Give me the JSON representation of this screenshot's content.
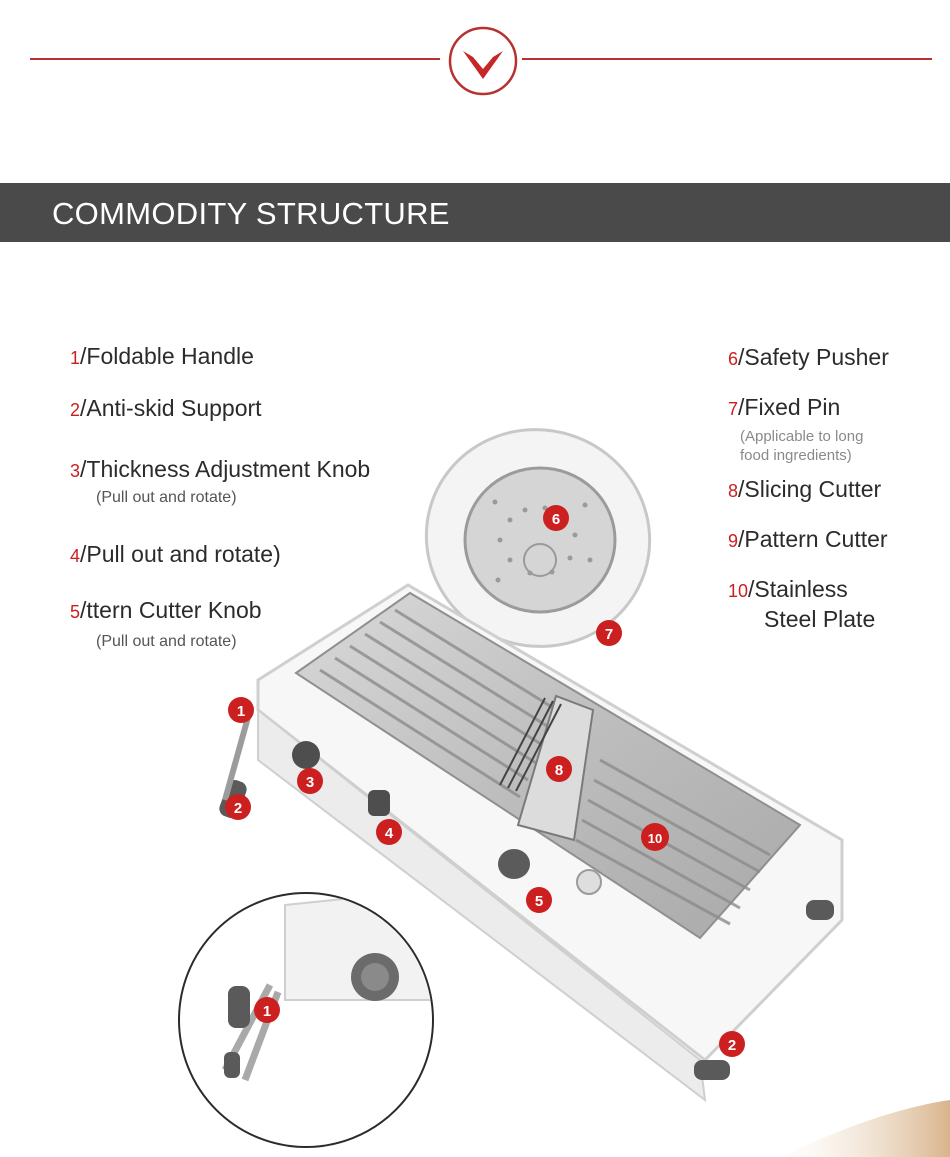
{
  "banner": {
    "title": "COMMODITY STRUCTURE"
  },
  "parts_left": [
    {
      "num": "1",
      "label": "/Foldable Handle"
    },
    {
      "num": "2",
      "label": "/Anti-skid Support"
    },
    {
      "num": "3",
      "label": "/Thickness Adjustment Knob",
      "note": "(Pull out and rotate)"
    },
    {
      "num": "4",
      "label": "/Pull out and rotate)"
    },
    {
      "num": "5",
      "label": "/ttern Cutter Knob",
      "note": "(Pull out and rotate)"
    }
  ],
  "parts_right": [
    {
      "num": "6",
      "label": "/Safety Pusher"
    },
    {
      "num": "7",
      "label": "/Fixed Pin",
      "note_line1": "(Applicable to long",
      "note_line2": "food ingredients)"
    },
    {
      "num": "8",
      "label": "/Slicing Cutter"
    },
    {
      "num": "9",
      "label": "/Pattern Cutter"
    },
    {
      "num": "10",
      "label": "/Stainless",
      "label_line2": "Steel Plate"
    }
  ],
  "callouts": {
    "c1": "1",
    "c2": "2",
    "c3": "3",
    "c4": "4",
    "c5": "5",
    "c6": "6",
    "c7": "7",
    "c8": "8",
    "c10": "10",
    "inset_c1": "1",
    "inset_c2": "2"
  },
  "colors": {
    "accent": "#cc1f1f",
    "banner": "#4a4a4a",
    "rule": "#b8312f"
  },
  "icons": {
    "top_emblem": "chevron-down-in-circle-icon"
  }
}
